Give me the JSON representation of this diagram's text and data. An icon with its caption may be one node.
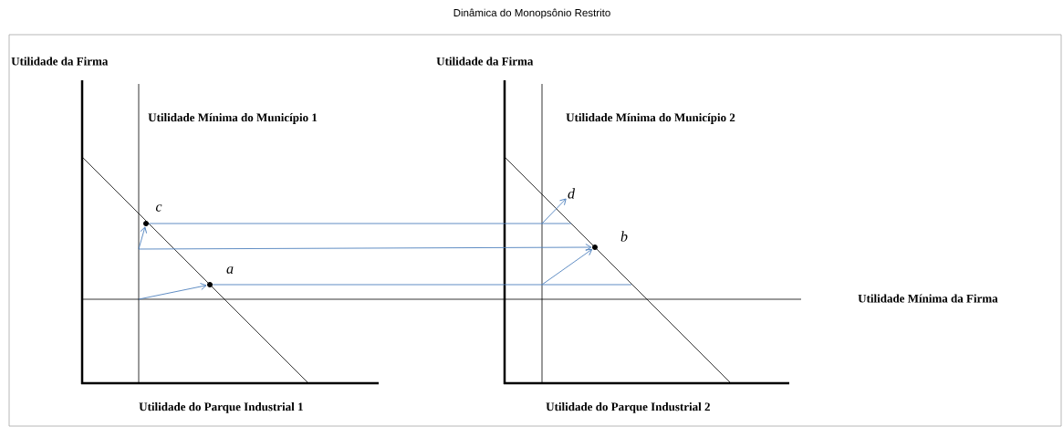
{
  "diagram": {
    "title": "Dinâmica do Monopsônio Restrito",
    "nodes": [
      {
        "text": [],
        "shape": "circle",
        "beside": [
          "c"
        ]
      },
      {
        "text": [
          "d"
        ]
      },
      {
        "text": [],
        "shape": "circle",
        "beside": [
          "b"
        ]
      },
      {
        "text": [],
        "shape": "circle",
        "beside": [
          "a"
        ]
      }
    ],
    "edges": [
      {
        "from": null,
        "to": 0,
        "arrow": "to"
      },
      {
        "from": null,
        "to": 3,
        "arrow": "to"
      },
      {
        "from": 0,
        "to": null,
        "arrow": "none"
      },
      {
        "from": null,
        "to": 2,
        "arrow": "to"
      },
      {
        "from": 3,
        "to": null,
        "arrow": "none"
      },
      {
        "from": null,
        "to": 2,
        "arrow": "to"
      },
      {
        "from": null,
        "to": 1,
        "arrow": "to"
      }
    ],
    "labels": [
      "Utilidade da Firma",
      "Utilidade da Firma",
      "Utilidade Mínima do Município 1",
      "Utilidade Mínima do Município 2",
      "Utilidade Mínima da Firma",
      "Utilidade do Parque Industrial 1",
      "Utilidade do Parque Industrial 2"
    ]
  }
}
